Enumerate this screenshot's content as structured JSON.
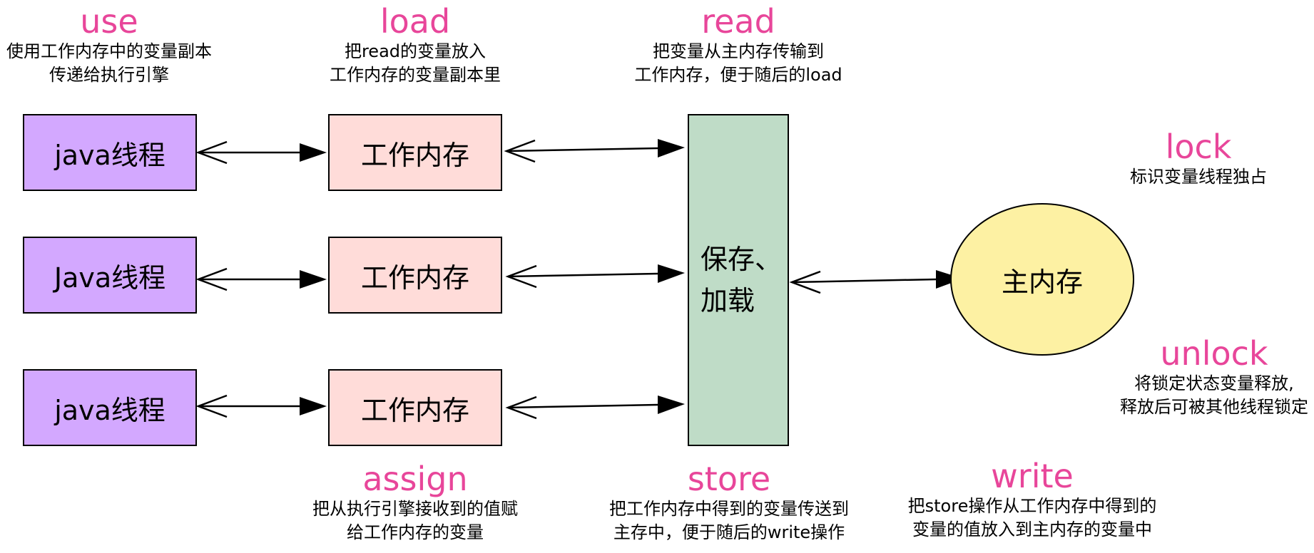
{
  "threads": [
    {
      "label": "java线程"
    },
    {
      "label": "Java线程"
    },
    {
      "label": "java线程"
    }
  ],
  "working_memories": [
    {
      "label": "工作内存"
    },
    {
      "label": "工作内存"
    },
    {
      "label": "工作内存"
    }
  ],
  "store_load_unit": {
    "label": "保存、加载"
  },
  "main_memory": {
    "label": "主内存"
  },
  "operations": {
    "use": {
      "keyword": "use",
      "desc_line1": "使用工作内存中的变量副本",
      "desc_line2": "传递给执行引擎"
    },
    "load": {
      "keyword": "load",
      "desc_line1": "把read的变量放入",
      "desc_line2": "工作内存的变量副本里"
    },
    "read": {
      "keyword": "read",
      "desc_line1": "把变量从主内存传输到",
      "desc_line2": "工作内存，便于随后的load"
    },
    "lock": {
      "keyword": "lock",
      "desc_line1": "标识变量线程独占"
    },
    "unlock": {
      "keyword": "unlock",
      "desc_line1": "将锁定状态变量释放,",
      "desc_line2": "释放后可被其他线程锁定"
    },
    "assign": {
      "keyword": "assign",
      "desc_line1": "把从执行引擎接收到的值赋",
      "desc_line2": "给工作内存的变量"
    },
    "store": {
      "keyword": "store",
      "desc_line1": "把工作内存中得到的变量传送到",
      "desc_line2": "主存中，便于随后的write操作"
    },
    "write": {
      "keyword": "write",
      "desc_line1": "把store操作从工作内存中得到的",
      "desc_line2": "变量的值放入到主内存的变量中"
    }
  },
  "colors": {
    "thread_fill": "#d3a8ff",
    "working_memory_fill": "#ffdcd9",
    "store_load_fill": "#bfdcc7",
    "main_memory_fill": "#fdf1a3",
    "keyword_color": "#e8469a"
  }
}
